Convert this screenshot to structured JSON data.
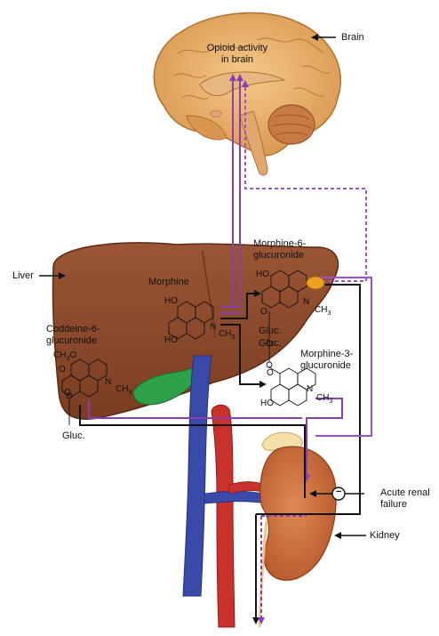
{
  "labels": {
    "brain": "Brain",
    "opioid_activity": "Opioid activity",
    "in_brain": "in brain",
    "liver": "Liver",
    "morphine": "Morphine",
    "m6g_line1": "Morphine-6-",
    "m6g_line2": "glucuronide",
    "m3g_line1": "Morphine-3-",
    "m3g_line2": "glucuronide",
    "c6g_line1": "Coddeine-6-",
    "c6g_line2": "glucuronide",
    "acute_line1": "Acute renal",
    "acute_line2": "failure",
    "kidney": "Kidney",
    "gluc_label": "Gluc.",
    "gluc_m6g": "Gluc.",
    "gluc_m3g": "Gluc."
  },
  "chem": {
    "ho": "HO",
    "o": "O",
    "n": "N",
    "ch3": "CH",
    "ch3_sub": "3",
    "ch3o": "CH",
    "ch3o_sub": "3",
    "ch3o_tail": "O"
  },
  "inhibitor_symbol": "−",
  "colors": {
    "purple": "#8a3fb0",
    "purple_dashed": "#a04fc8",
    "black": "#111111",
    "liver": "#8b4a2c",
    "brain": "#e8b06a",
    "vein": "#3a4aa8",
    "artery": "#c8322a",
    "kidney": "#c86a3a",
    "gallbladder": "#2fa04a",
    "enzyme": "#f0a020"
  }
}
